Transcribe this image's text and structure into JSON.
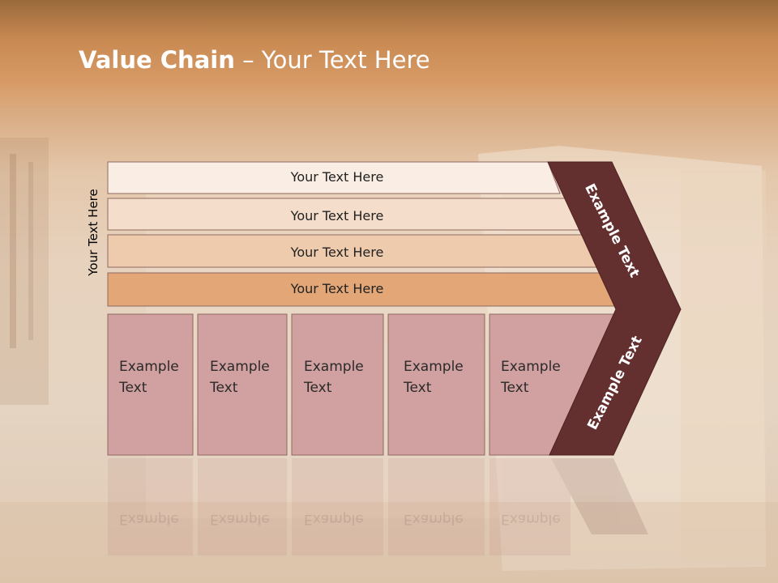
{
  "title": {
    "bold": "Value Chain",
    "rest": " – Your Text Here"
  },
  "side_label": "Your Text Here",
  "rows": [
    {
      "label": "Your Text Here",
      "fill": "#f9ede4"
    },
    {
      "label": "Your Text Here",
      "fill": "#f4ddca"
    },
    {
      "label": "Your Text Here",
      "fill": "#efcbad"
    },
    {
      "label": "Your Text Here",
      "fill": "#e2a677"
    }
  ],
  "boxes": [
    {
      "line1": "Example",
      "line2": "Text"
    },
    {
      "line1": "Example",
      "line2": "Text"
    },
    {
      "line1": "Example",
      "line2": "Text"
    },
    {
      "line1": "Example",
      "line2": "Text"
    },
    {
      "line1": "Example",
      "line2": "Text"
    }
  ],
  "chevron": {
    "upper": "Example Text",
    "lower": "Example Text"
  },
  "colors": {
    "box": "#d1a0a0",
    "chevron": "#642f2f",
    "border": "#8f6a62"
  }
}
